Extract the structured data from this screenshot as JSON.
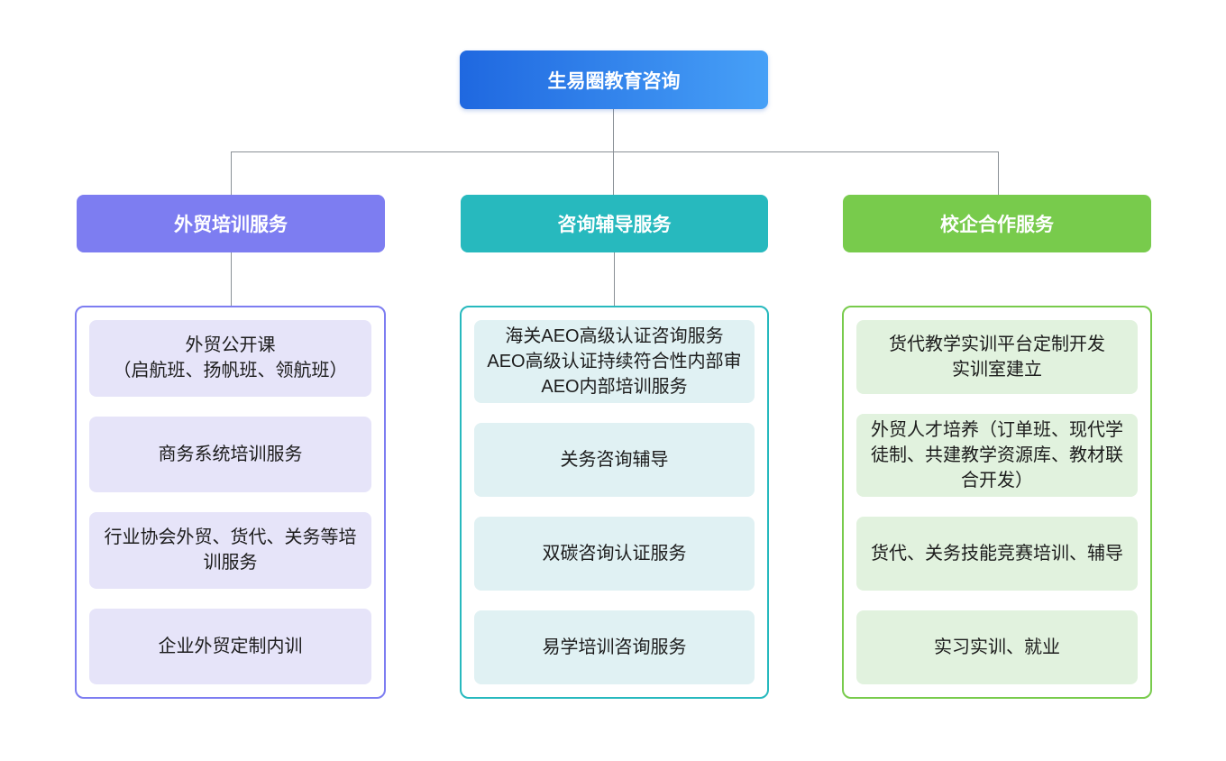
{
  "diagram": {
    "type": "org-chart",
    "background": "#ffffff",
    "connector_color": "#8a9096",
    "text_color": "#1c1c1c"
  },
  "root": {
    "label": "生易圈教育咨询",
    "gradient_start": "#1f68e0",
    "gradient_end": "#47a0f7",
    "text_color": "#ffffff"
  },
  "branches": [
    {
      "label": "外贸培训服务",
      "accent_color": "#7d7df1",
      "item_bg": "#e6e4f9",
      "header_to_panel_connector": true,
      "items": [
        "外贸公开课\n（启航班、扬帆班、领航班）",
        "商务系统培训服务",
        "行业协会外贸、货代、关务等培训服务",
        "企业外贸定制内训"
      ]
    },
    {
      "label": "咨询辅导服务",
      "accent_color": "#27b9be",
      "item_bg": "#e0f1f3",
      "header_to_panel_connector": true,
      "items": [
        "海关AEO高级认证咨询服务\nAEO高级认证持续符合性内部审\nAEO内部培训服务",
        "关务咨询辅导",
        "双碳咨询认证服务",
        "易学培训咨询服务"
      ]
    },
    {
      "label": "校企合作服务",
      "accent_color": "#78cb4c",
      "item_bg": "#e1f2de",
      "header_to_panel_connector": false,
      "items": [
        "货代教学实训平台定制开发\n实训室建立",
        "外贸人才培养（订单班、现代学徒制、共建教学资源库、教材联合开发）",
        "货代、关务技能竞赛培训、辅导",
        "实习实训、就业"
      ]
    }
  ]
}
